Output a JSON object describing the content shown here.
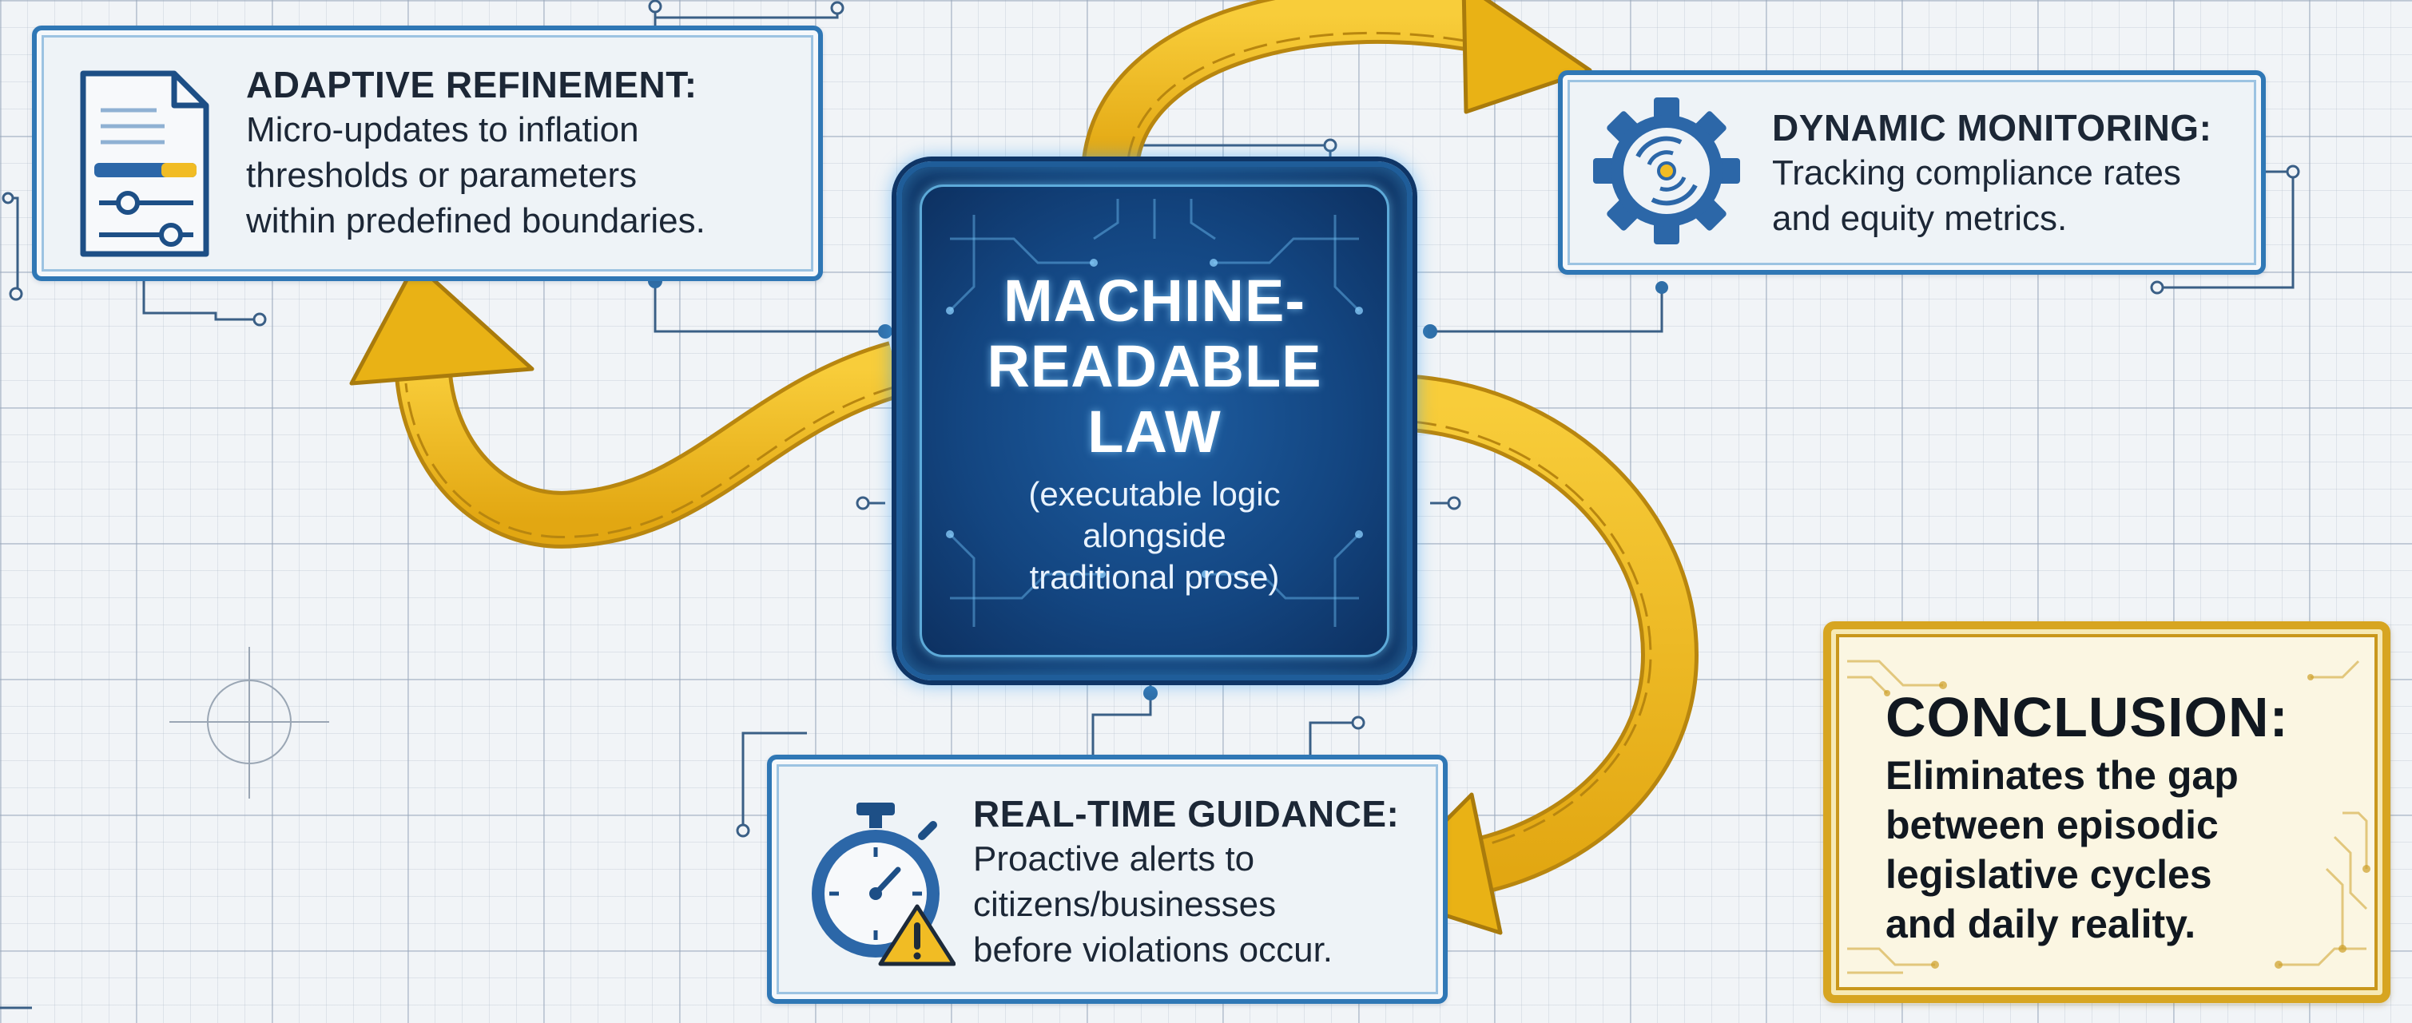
{
  "center": {
    "title_line1": "MACHINE-",
    "title_line2": "READABLE",
    "title_line3": "LAW",
    "sub_line1": "(executable logic",
    "sub_line2": "alongside",
    "sub_line3": "traditional prose)"
  },
  "adaptive": {
    "title": "ADAPTIVE REFINEMENT:",
    "desc_line1": "Micro-updates to inflation",
    "desc_line2": "thresholds or parameters",
    "desc_line3": "within predefined boundaries.",
    "icon": "document-sliders-icon"
  },
  "monitoring": {
    "title": "DYNAMIC MONITORING:",
    "desc_line1": "Tracking compliance rates",
    "desc_line2": "and equity metrics.",
    "icon": "gear-radar-icon"
  },
  "guidance": {
    "title": "REAL-TIME GUIDANCE:",
    "desc_line1": "Proactive alerts to",
    "desc_line2": "citizens/businesses",
    "desc_line3": "before violations occur.",
    "icon": "stopwatch-warning-icon"
  },
  "conclusion": {
    "title": "CONCLUSION:",
    "line1": "Eliminates the gap",
    "line2": "between episodic",
    "line3": "legislative cycles",
    "line4": "and daily reality."
  },
  "colors": {
    "blue_border": "#2f77b5",
    "center_fill": "#134580",
    "arrow_gold": "#f2bc1f",
    "conclusion_gold": "#d7a521"
  }
}
